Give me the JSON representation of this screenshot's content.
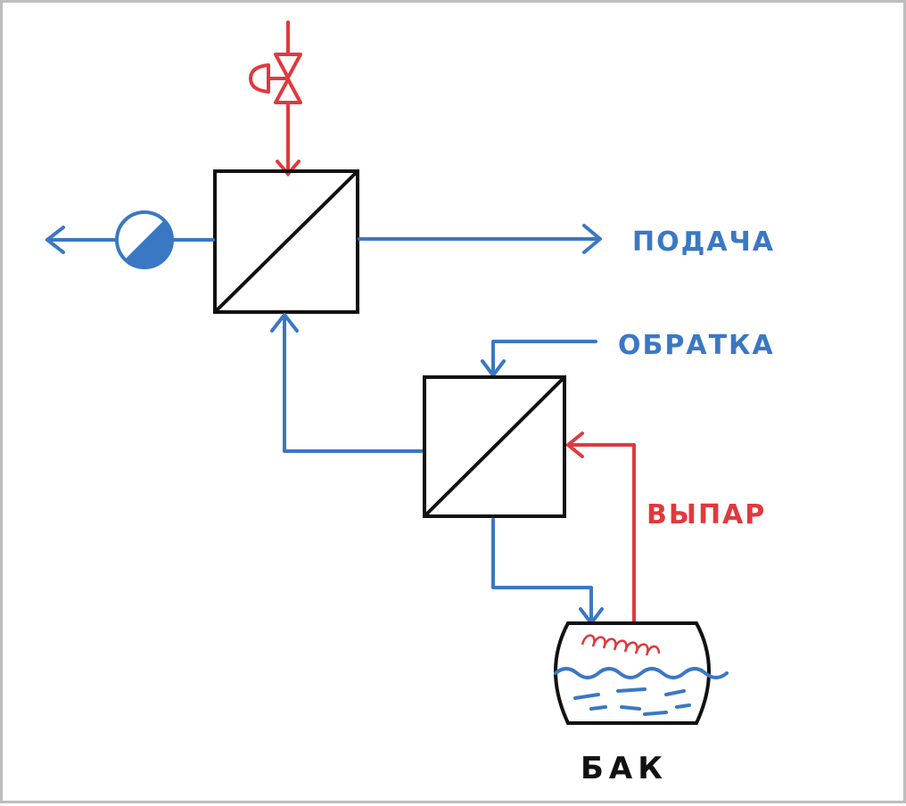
{
  "colors": {
    "supply_line": "#3a78c3",
    "steam_line": "#e0393e",
    "equipment": "#111111",
    "border": "#bdbdbd"
  },
  "labels": {
    "supply": "ПОДАЧА",
    "return": "ОБРАТКА",
    "vapor": "ВЫПАР",
    "tank": "БАК"
  },
  "components": {
    "valve_icon": "control-valve-icon",
    "pump_icon": "pump-icon",
    "heat_exchanger_icon": "heat-exchanger-icon",
    "tank_icon": "tank-icon"
  }
}
